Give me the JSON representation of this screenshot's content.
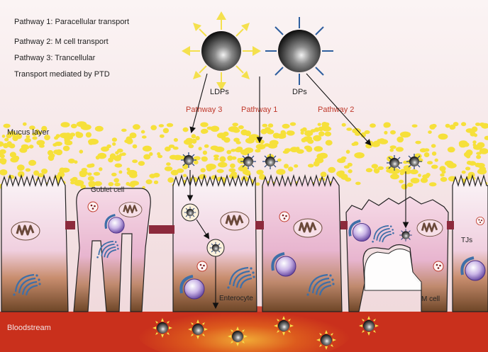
{
  "legend": {
    "items": [
      "Pathway 1: Paracellular transport",
      "Pathway 2: M cell transport",
      "Pathway 3: Trancellular",
      "Transport mediated by PTD"
    ]
  },
  "particles": {
    "ldp_label": "LDPs",
    "dp_label": "DPs"
  },
  "pathways": {
    "p3": "Pathway 3",
    "p1": "Pathway 1",
    "p2": "Pathway 2"
  },
  "layers": {
    "mucus": "Mucus layer",
    "bloodstream": "Bloodstream"
  },
  "cells": {
    "goblet": "Goblet cell",
    "enterocyte": "Enterocyte",
    "tjs": "TJs",
    "mcell": "M cell"
  },
  "colors": {
    "pathway_text": "#c0392b",
    "mucus_dot": "#f6e03a",
    "blood": "#c9301c",
    "tight_junction": "#8c2a3c",
    "ldp_ray": "#f4e04d",
    "dp_ray": "#2f5f9e"
  }
}
